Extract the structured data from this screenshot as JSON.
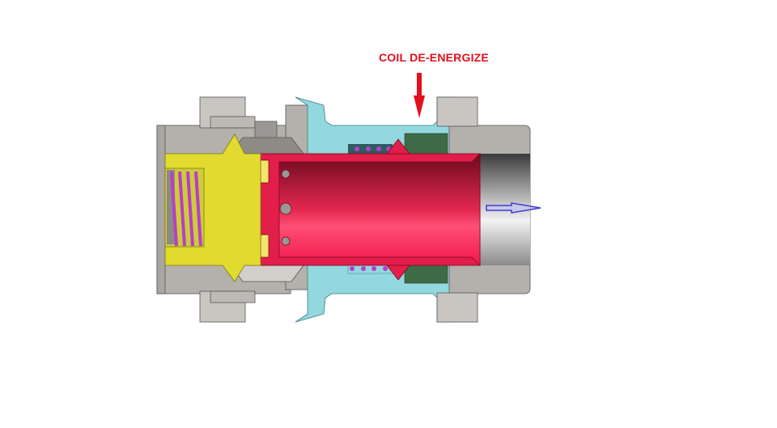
{
  "annotation": {
    "label": "COIL DE-ENERGIZE",
    "label_color": "#e3101e"
  },
  "colors": {
    "body": "#b4b0ab",
    "housing": "#93d8de",
    "plunger": "#e21e4a",
    "poppet": "#e0db2e",
    "spring": "#d86ae0",
    "coil": "#3e6b46",
    "flow_arrow": "#3b3fd0"
  },
  "arrows": {
    "coil_arrow": "down",
    "flow_arrow": "right"
  }
}
